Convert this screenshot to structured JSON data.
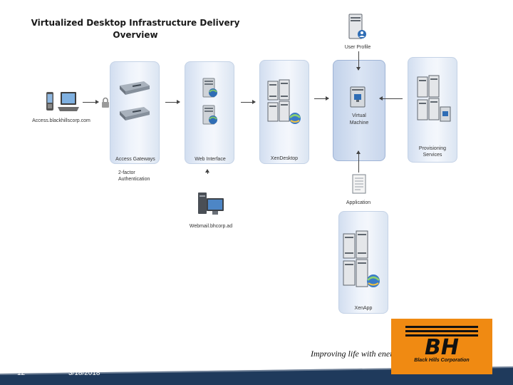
{
  "title": "Virtualized Desktop Infrastructure Delivery Overview",
  "labels": {
    "access": "Access.blackhillscorp.com",
    "access_gateways": "Access Gateways",
    "two_factor_line1": "2-factor",
    "two_factor_line2": "Authentication",
    "web_interface": "Web Interface",
    "webmail": "Webmail.bhcorp.ad",
    "xendesktop": "XenDesktop",
    "user_profile": "User Profile",
    "virtual_machine_line1": "Virtual",
    "virtual_machine_line2": "Machine",
    "provisioning_line1": "Provisioning",
    "provisioning_line2": "Services",
    "application": "Application",
    "xenapp": "XenApp"
  },
  "footer": {
    "page_number": "12",
    "date": "3/18/2018",
    "tagline": "Improving life with energy",
    "logo_letters": "BH",
    "logo_name": "Black Hills Corporation"
  },
  "colors": {
    "footer_bar": "#1f3a5c",
    "logo_orange": "#f08a12",
    "panel": "#e6edf7"
  }
}
